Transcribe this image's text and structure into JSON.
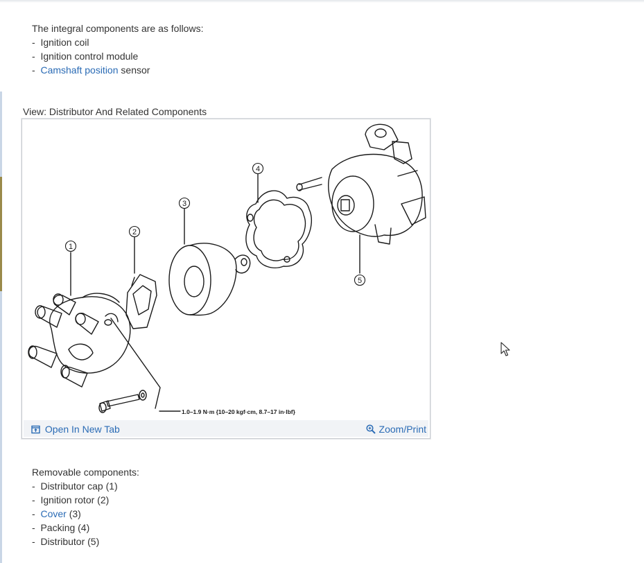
{
  "intro": {
    "heading": "The integral components are as follows:",
    "items": [
      {
        "prefix": "-  ",
        "link": "",
        "text": "Ignition coil"
      },
      {
        "prefix": "-  ",
        "link": "",
        "text": "Ignition control module"
      },
      {
        "prefix": "-  ",
        "link": "Camshaft position",
        "text": " sensor"
      }
    ]
  },
  "figure": {
    "view_label": "View: Distributor And Related Components",
    "torque_spec": "1.0–1.9 N·m {10–20 kgf·cm, 8.7–17 in·lbf}",
    "callouts": [
      "1",
      "2",
      "3",
      "4",
      "5"
    ],
    "open_new_tab": "Open In New Tab",
    "zoom_print": "Zoom/Print",
    "open_icon": "open-new-tab-icon",
    "zoom_icon": "zoom-icon"
  },
  "removable": {
    "heading": "Removable components:",
    "items": [
      {
        "prefix": "-  ",
        "link": "",
        "text": "Distributor cap (1)"
      },
      {
        "prefix": "-  ",
        "link": "",
        "text": "Ignition rotor (2)"
      },
      {
        "prefix": "-  ",
        "link": "Cover",
        "text": " (3)"
      },
      {
        "prefix": "-  ",
        "link": "",
        "text": "Packing (4)"
      },
      {
        "prefix": "-  ",
        "link": "",
        "text": "Distributor (5)"
      }
    ]
  },
  "colors": {
    "link": "#2a6bb5",
    "text": "#333333",
    "bar": "#f1f3f6"
  }
}
